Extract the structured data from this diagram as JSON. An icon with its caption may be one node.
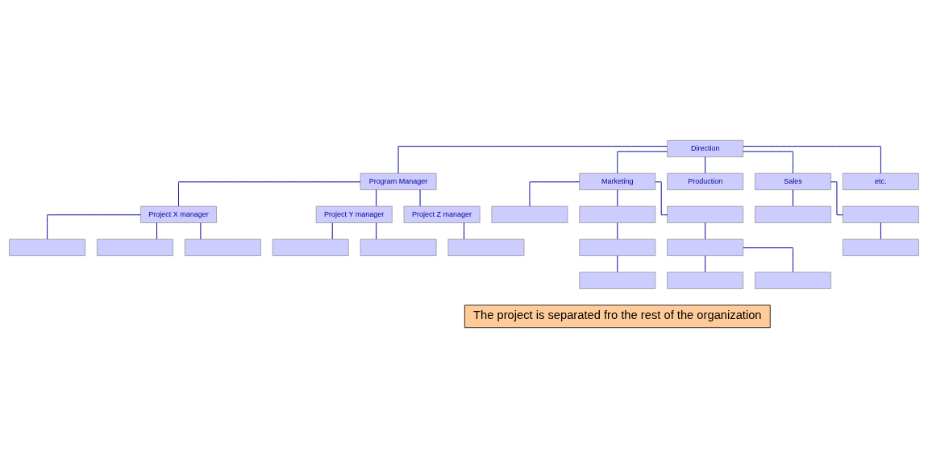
{
  "diagram": {
    "nodes": [
      {
        "text": [
          "Direction"
        ]
      },
      {
        "text": [
          "Program Manager"
        ]
      },
      {
        "text": [
          "Project X manager"
        ]
      },
      {
        "text": [],
        "shape": "box"
      },
      {
        "text": [],
        "shape": "box"
      },
      {
        "text": [],
        "shape": "box"
      },
      {
        "text": [
          "Project Y manager"
        ]
      },
      {
        "text": [],
        "shape": "box"
      },
      {
        "text": [],
        "shape": "box"
      },
      {
        "text": [
          "Project Z manager"
        ]
      },
      {
        "text": [],
        "shape": "box"
      },
      {
        "text": [
          "Marketing"
        ]
      },
      {
        "text": [],
        "shape": "box"
      },
      {
        "text": [],
        "shape": "box"
      },
      {
        "text": [],
        "shape": "box"
      },
      {
        "text": [],
        "shape": "box"
      },
      {
        "text": [],
        "shape": "box"
      },
      {
        "text": [],
        "shape": "box"
      },
      {
        "text": [],
        "shape": "box"
      },
      {
        "text": [],
        "shape": "box"
      },
      {
        "text": [
          "Production"
        ]
      },
      {
        "text": [
          "Sales"
        ]
      },
      {
        "text": [],
        "shape": "box"
      },
      {
        "text": [],
        "shape": "box"
      },
      {
        "text": [],
        "shape": "box"
      },
      {
        "text": [
          "etc."
        ]
      },
      {
        "text": [
          "The project is separated fro the rest of the organization"
        ]
      }
    ],
    "edges": [
      {
        "from": 0,
        "to": 1,
        "arrow": "none"
      },
      {
        "from": 0,
        "to": 11,
        "arrow": "none"
      },
      {
        "from": 0,
        "to": 20,
        "arrow": "none"
      },
      {
        "from": 0,
        "to": 21,
        "arrow": "none"
      },
      {
        "from": 0,
        "to": 25,
        "arrow": "none"
      },
      {
        "from": 1,
        "to": 2,
        "arrow": "none"
      },
      {
        "from": 1,
        "to": 6,
        "arrow": "none"
      },
      {
        "from": 1,
        "to": 9,
        "arrow": "none"
      },
      {
        "from": 2,
        "to": 3,
        "arrow": "none"
      },
      {
        "from": 2,
        "to": 4,
        "arrow": "none"
      },
      {
        "from": 2,
        "to": 5,
        "arrow": "none"
      },
      {
        "from": 6,
        "to": 7,
        "arrow": "none"
      },
      {
        "from": 6,
        "to": 8,
        "arrow": "none"
      },
      {
        "from": 9,
        "to": 10,
        "arrow": "none"
      },
      {
        "from": 11,
        "to": 12,
        "arrow": "none"
      },
      {
        "from": 11,
        "to": 13,
        "arrow": "none"
      },
      {
        "from": 11,
        "to": 16,
        "arrow": "none"
      },
      {
        "from": 13,
        "to": 14,
        "arrow": "none"
      },
      {
        "from": 14,
        "to": 15,
        "arrow": "none"
      },
      {
        "from": 16,
        "to": 17,
        "arrow": "none"
      },
      {
        "from": 17,
        "to": 18,
        "arrow": "none"
      },
      {
        "from": 17,
        "to": 19,
        "arrow": "none"
      },
      {
        "from": 21,
        "to": 22,
        "arrow": "none"
      },
      {
        "from": 21,
        "to": 23,
        "arrow": "none"
      },
      {
        "from": 23,
        "to": 24,
        "arrow": "none"
      }
    ]
  }
}
